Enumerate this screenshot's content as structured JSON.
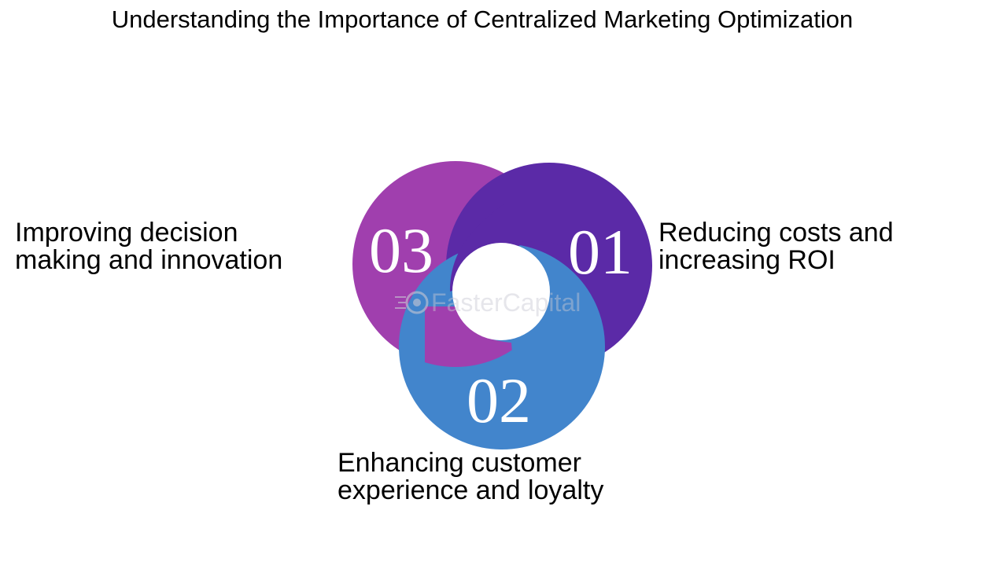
{
  "title": "Understanding the Importance of Centralized Marketing Optimization",
  "colors": {
    "segment_01": "#5b2aa7",
    "segment_02": "#4285cc",
    "segment_03": "#a03fae",
    "background": "#ffffff",
    "text": "#000000"
  },
  "segments": [
    {
      "number": "01",
      "label_line1": "Reducing costs and",
      "label_line2": "increasing ROI"
    },
    {
      "number": "02",
      "label_line1": "Enhancing customer",
      "label_line2": "experience and loyalty"
    },
    {
      "number": "03",
      "label_line1": "Improving decision",
      "label_line2": "making and innovation"
    }
  ],
  "watermark": {
    "text": "FasterCapital",
    "icon": "gear-logo-icon"
  }
}
